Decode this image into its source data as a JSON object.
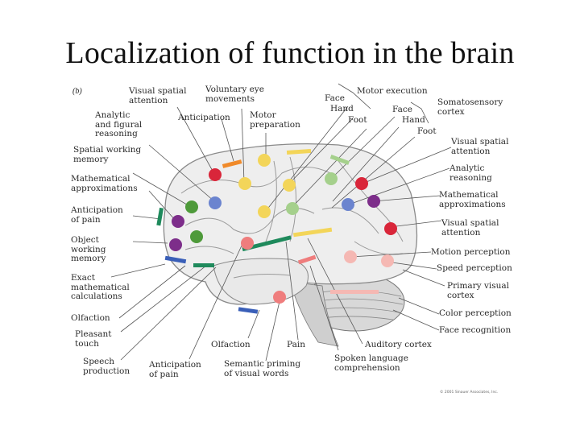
{
  "title": "Localization of function in the brain",
  "panel_label": "(b)",
  "copyright": "© 2001 Sinauer Associates, Inc.",
  "colors": {
    "red": "#d9263a",
    "blue": "#6b84cf",
    "green": "#4e9a3a",
    "light_green": "#a5d08c",
    "purple": "#7d2e8a",
    "yellow": "#f3d559",
    "orange": "#f08a2a",
    "salmon": "#ef7d7d",
    "pink": "#f5b8b3",
    "teal": "#1f8a5c",
    "dark_blue": "#3a5fb8"
  },
  "labels": {
    "visual_spatial_attention_top": "Visual spatial\nattention",
    "voluntary_eye_movements": "Voluntary eye\nmovements",
    "analytic_figural": "Analytic\nand figural\nreasoning",
    "anticipation_top": "Anticipation",
    "motor_preparation": "Motor\npreparation",
    "spatial_working_memory": "Spatial working\nmemory",
    "mathematical_approx_left": "Mathematical\napproximations",
    "anticipation_of_pain_left": "Anticipation\nof pain",
    "object_working_memory": "Object\nworking\nmemory",
    "exact_math": "Exact\nmathematical\ncalculations",
    "olfaction_left": "Olfaction",
    "pleasant_touch": "Pleasant\ntouch",
    "speech_production": "Speech\nproduction",
    "anticipation_of_pain_bottom": "Anticipation\nof pain",
    "olfaction_bottom": "Olfaction",
    "semantic_priming": "Semantic priming\nof visual words",
    "pain": "Pain",
    "spoken_language": "Spoken language\ncomprehension",
    "auditory_cortex": "Auditory cortex",
    "motor_execution": "Motor execution",
    "motor_face": "Face",
    "motor_hand": "Hand",
    "motor_foot": "Foot",
    "somatosensory_cortex": "Somatosensory\ncortex",
    "somato_face": "Face",
    "somato_hand": "Hand",
    "somato_foot": "Foot",
    "visual_spatial_attention_right1": "Visual spatial\nattention",
    "analytic_reasoning": "Analytic\nreasoning",
    "mathematical_approx_right": "Mathematical\napproximations",
    "visual_spatial_attention_right2": "Visual spatial\nattention",
    "motion_perception": "Motion perception",
    "speed_perception": "Speed perception",
    "primary_visual_cortex": "Primary visual\ncortex",
    "color_perception": "Color perception",
    "face_recognition": "Face recognition"
  }
}
